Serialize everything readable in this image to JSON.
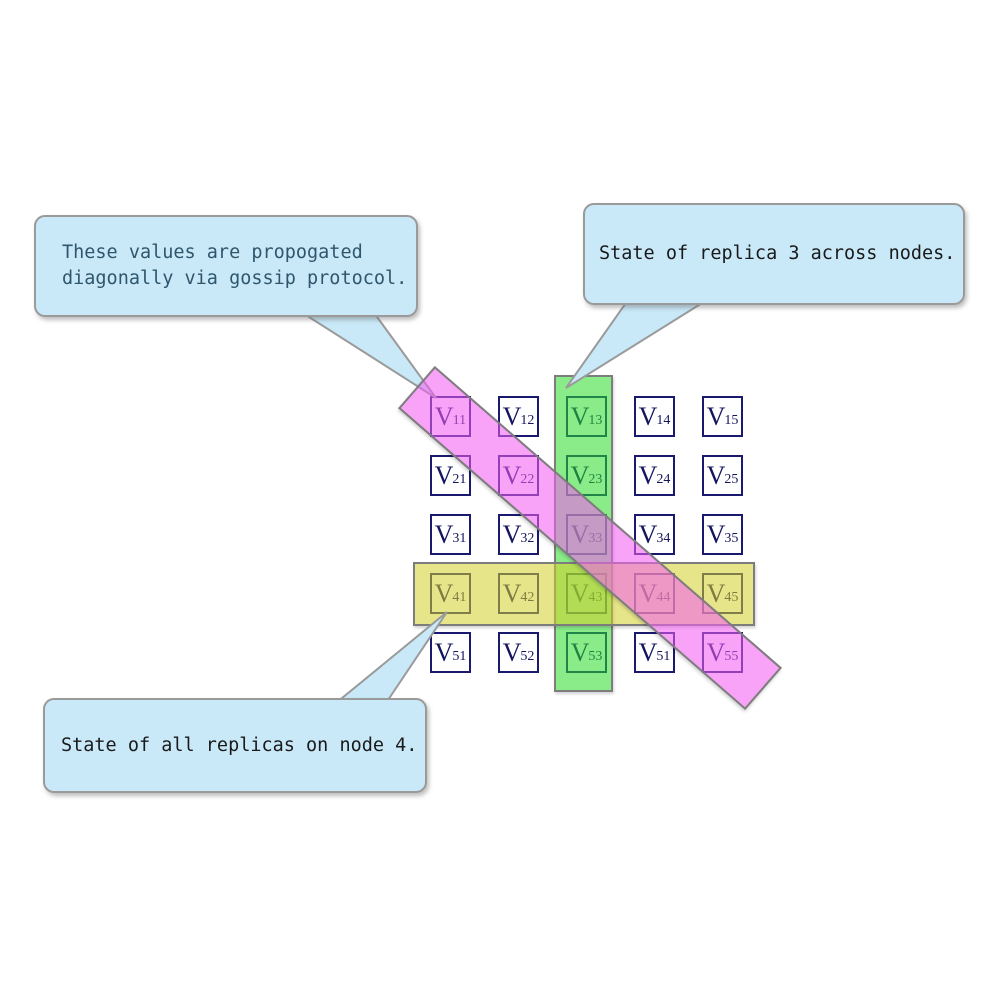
{
  "matrix": {
    "symbol": "V",
    "subscripts": [
      [
        "11",
        "12",
        "13",
        "14",
        "15"
      ],
      [
        "21",
        "22",
        "23",
        "24",
        "25"
      ],
      [
        "31",
        "32",
        "33",
        "34",
        "35"
      ],
      [
        "41",
        "42",
        "43",
        "44",
        "45"
      ],
      [
        "51",
        "52",
        "53",
        "51",
        "55"
      ]
    ]
  },
  "callouts": {
    "gossip": {
      "lines": [
        "These values are propogated",
        "diagonally via gossip protocol."
      ]
    },
    "replica3": {
      "lines": [
        "State of replica 3 across nodes."
      ]
    },
    "node4": {
      "lines": [
        "State of all replicas on node 4."
      ]
    }
  },
  "highlights": {
    "diagonal_band": "values propagated diagonally",
    "column_band": "replica 3 column",
    "row_band": "node 4 row"
  },
  "colors": {
    "callout_fill": "#c9e9f9",
    "callout_border": "#9a9a9a",
    "gossip_text": "#2f566b",
    "callout_text": "#1a1a1a",
    "cell_border": "#191970",
    "cell_text": "#14145f",
    "band_border": "#7d7d7d",
    "diagonal_band": "rgba(242,93,242,0.57)",
    "column_band": "rgba(40,220,40,0.55)",
    "row_band": "rgba(212,208,40,0.55)"
  }
}
